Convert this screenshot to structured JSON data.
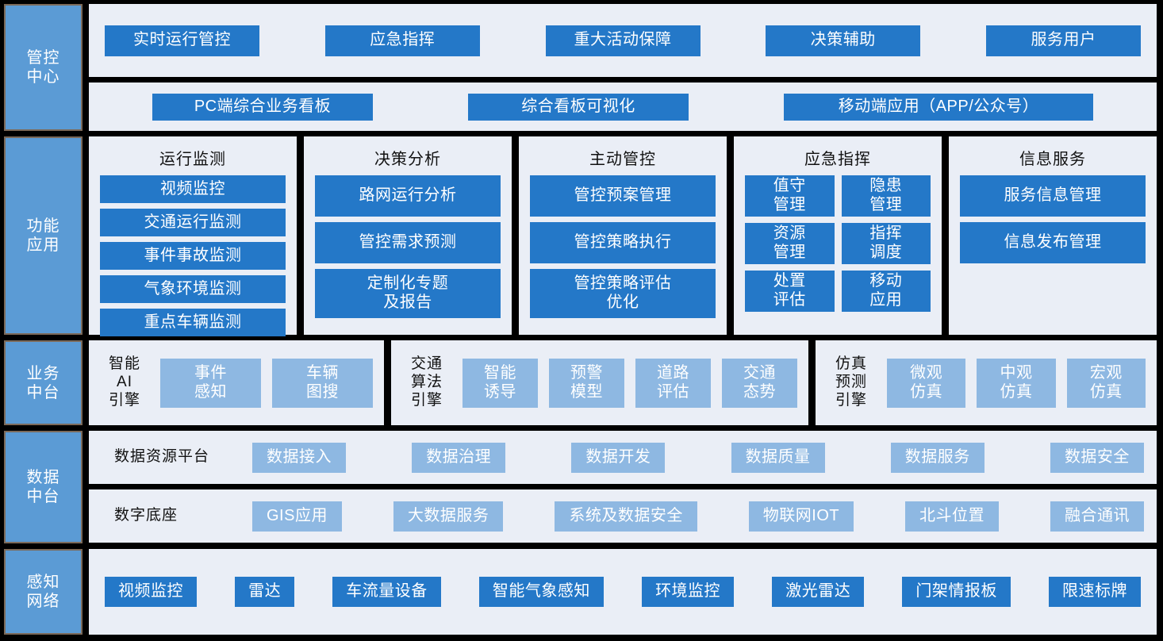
{
  "diagram": {
    "colors": {
      "background": "#000000",
      "panel": "#EAEEF6",
      "label_block": "#5B9BD5",
      "chip_primary": "#2478C8",
      "chip_secondary": "#8EB8E2",
      "label_border": "#7C6A5A",
      "text_dark": "#111111",
      "text_light": "#FFFFFF"
    }
  },
  "layers": {
    "control_center": {
      "label": "管控\n中心",
      "row_a": [
        "实时运行管控",
        "应急指挥",
        "重大活动保障",
        "决策辅助",
        "服务用户"
      ],
      "row_b": [
        "PC端综合业务看板",
        "综合看板可视化",
        "移动端应用（APP/公众号）"
      ]
    },
    "functional_apps": {
      "label": "功能\n应用",
      "columns": [
        {
          "title": "运行监测",
          "layout": "list",
          "items": [
            "视频监控",
            "交通运行监测",
            "事件事故监测",
            "气象环境监测",
            "重点车辆监测"
          ]
        },
        {
          "title": "决策分析",
          "layout": "list-tall",
          "items": [
            "路网运行分析",
            "管控需求预测",
            "定制化专题\n及报告"
          ]
        },
        {
          "title": "主动管控",
          "layout": "list-tall",
          "items": [
            "管控预案管理",
            "管控策略执行",
            "管控策略评估\n优化"
          ]
        },
        {
          "title": "应急指挥",
          "layout": "grid2",
          "items": [
            "值守\n管理",
            "隐患\n管理",
            "资源\n管理",
            "指挥\n调度",
            "处置\n评估",
            "移动\n应用"
          ]
        },
        {
          "title": "信息服务",
          "layout": "list-tall",
          "items": [
            "服务信息管理",
            "信息发布管理"
          ]
        }
      ]
    },
    "business_platform": {
      "label": "业务\n中台",
      "groups": [
        {
          "title": "智能\nAI\n引擎",
          "items": [
            "事件\n感知",
            "车辆\n图搜"
          ]
        },
        {
          "title": "交通\n算法\n引擎",
          "items": [
            "智能\n诱导",
            "预警\n模型",
            "道路\n评估",
            "交通\n态势"
          ]
        },
        {
          "title": "仿真\n预测\n引擎",
          "items": [
            "微观\n仿真",
            "中观\n仿真",
            "宏观\n仿真"
          ]
        }
      ]
    },
    "data_platform": {
      "label": "数据\n中台",
      "rows": [
        {
          "title": "数据资源平台",
          "items": [
            "数据接入",
            "数据治理",
            "数据开发",
            "数据质量",
            "数据服务",
            "数据安全"
          ]
        },
        {
          "title": "数字底座",
          "items": [
            "GIS应用",
            "大数据服务",
            "系统及数据安全",
            "物联网IOT",
            "北斗位置",
            "融合通讯"
          ]
        }
      ]
    },
    "perception_network": {
      "label": "感知\n网络",
      "items": [
        "视频监控",
        "雷达",
        "车流量设备",
        "智能气象感知",
        "环境监控",
        "激光雷达",
        "门架情报板",
        "限速标牌"
      ]
    }
  }
}
